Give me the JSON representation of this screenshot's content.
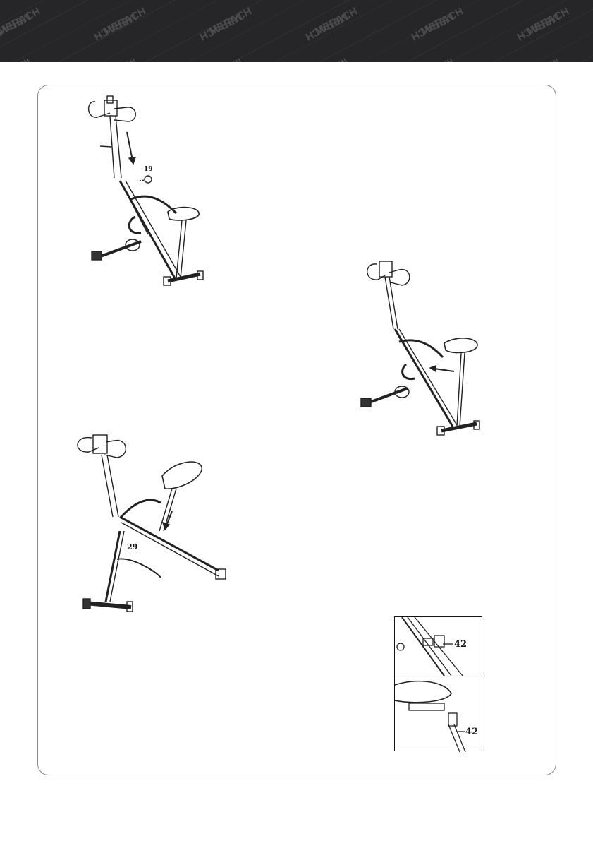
{
  "header": {
    "brand": "MERACH",
    "colors": {
      "banner": "#262527",
      "pattern": "#3a393c",
      "text": "#4b4a4e"
    }
  },
  "figures": {
    "step_top_left": {
      "part_label": "19"
    },
    "step_bottom_left": {
      "part_label": "29"
    },
    "detail_inset": {
      "top_label": "42",
      "bottom_label": "42"
    }
  }
}
